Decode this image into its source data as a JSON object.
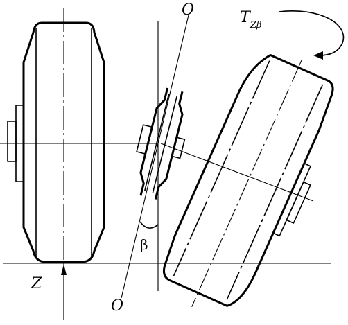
{
  "labels": {
    "axis_top": "O",
    "axis_bottom": "O",
    "torque_symbol": "T",
    "torque_subscript": "Zβ",
    "force": "Z",
    "angle": "β"
  }
}
